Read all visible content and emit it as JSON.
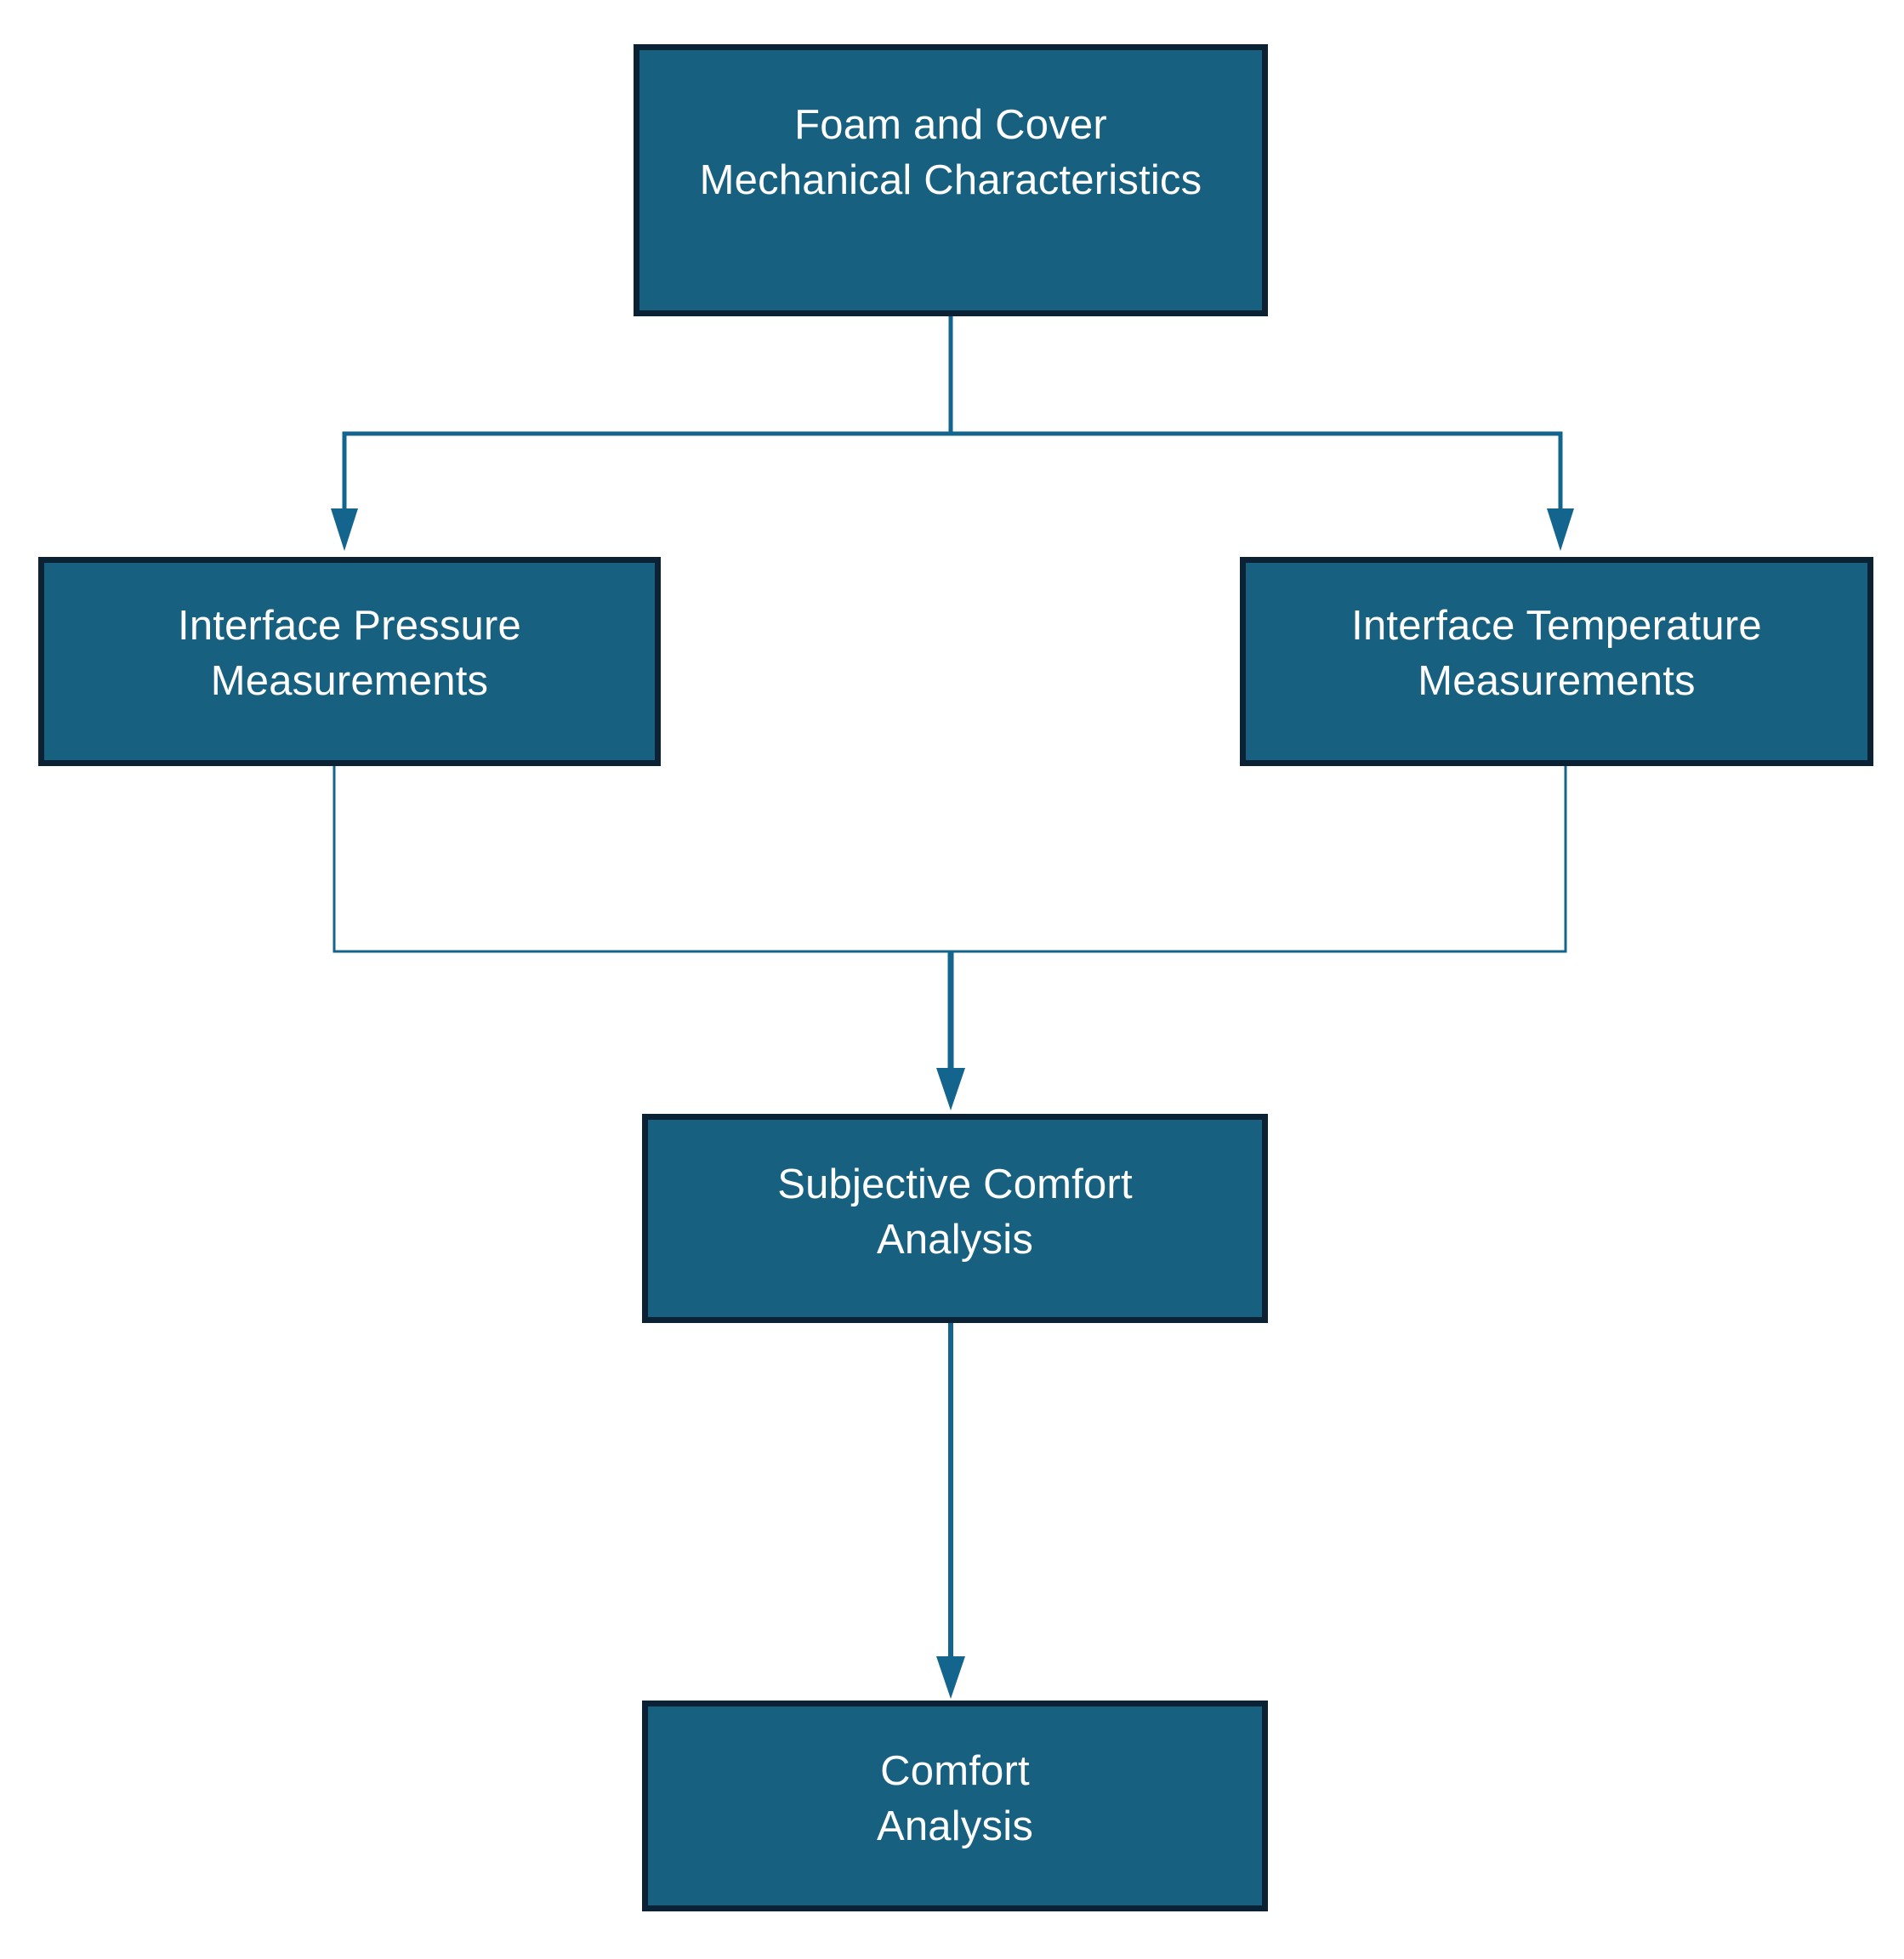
{
  "diagram": {
    "title": "Comfort evaluation flowchart",
    "type": "flowchart",
    "orientation": "top-to-bottom",
    "colors": {
      "node_fill": "#17607F",
      "node_border": "#0A2233",
      "node_text": "#FFFFFF",
      "connector": "#13658D",
      "background": "#FFFFFF"
    },
    "nodes": [
      {
        "id": "foam-cover",
        "label": "Foam and Cover\nMechanical Characteristics",
        "line1": "Foam and Cover",
        "line2": "Mechanical Characteristics"
      },
      {
        "id": "interface-pressure",
        "label": "Interface Pressure\nMeasurements",
        "line1": "Interface Pressure",
        "line2": "Measurements"
      },
      {
        "id": "interface-temperature",
        "label": "Interface Temperature\nMeasurements",
        "line1": "Interface Temperature",
        "line2": "Measurements"
      },
      {
        "id": "subjective-comfort",
        "label": "Subjective Comfort\nAnalysis",
        "line1": "Subjective Comfort",
        "line2": "Analysis"
      },
      {
        "id": "comfort-analysis",
        "label": "Comfort\nAnalysis",
        "line1": "Comfort",
        "line2": "Analysis"
      }
    ],
    "edges": [
      {
        "id": "edge-foam-to-pressure",
        "from": "foam-cover",
        "to": "interface-pressure",
        "arrow": true
      },
      {
        "id": "edge-foam-to-temperature",
        "from": "foam-cover",
        "to": "interface-temperature",
        "arrow": true
      },
      {
        "id": "edge-pressure-to-subjective",
        "from": "interface-pressure",
        "to": "subjective-comfort",
        "arrow": true
      },
      {
        "id": "edge-temperature-to-subjective",
        "from": "interface-temperature",
        "to": "subjective-comfort",
        "arrow": true
      },
      {
        "id": "edge-subjective-to-comfort",
        "from": "subjective-comfort",
        "to": "comfort-analysis",
        "arrow": true
      }
    ]
  }
}
